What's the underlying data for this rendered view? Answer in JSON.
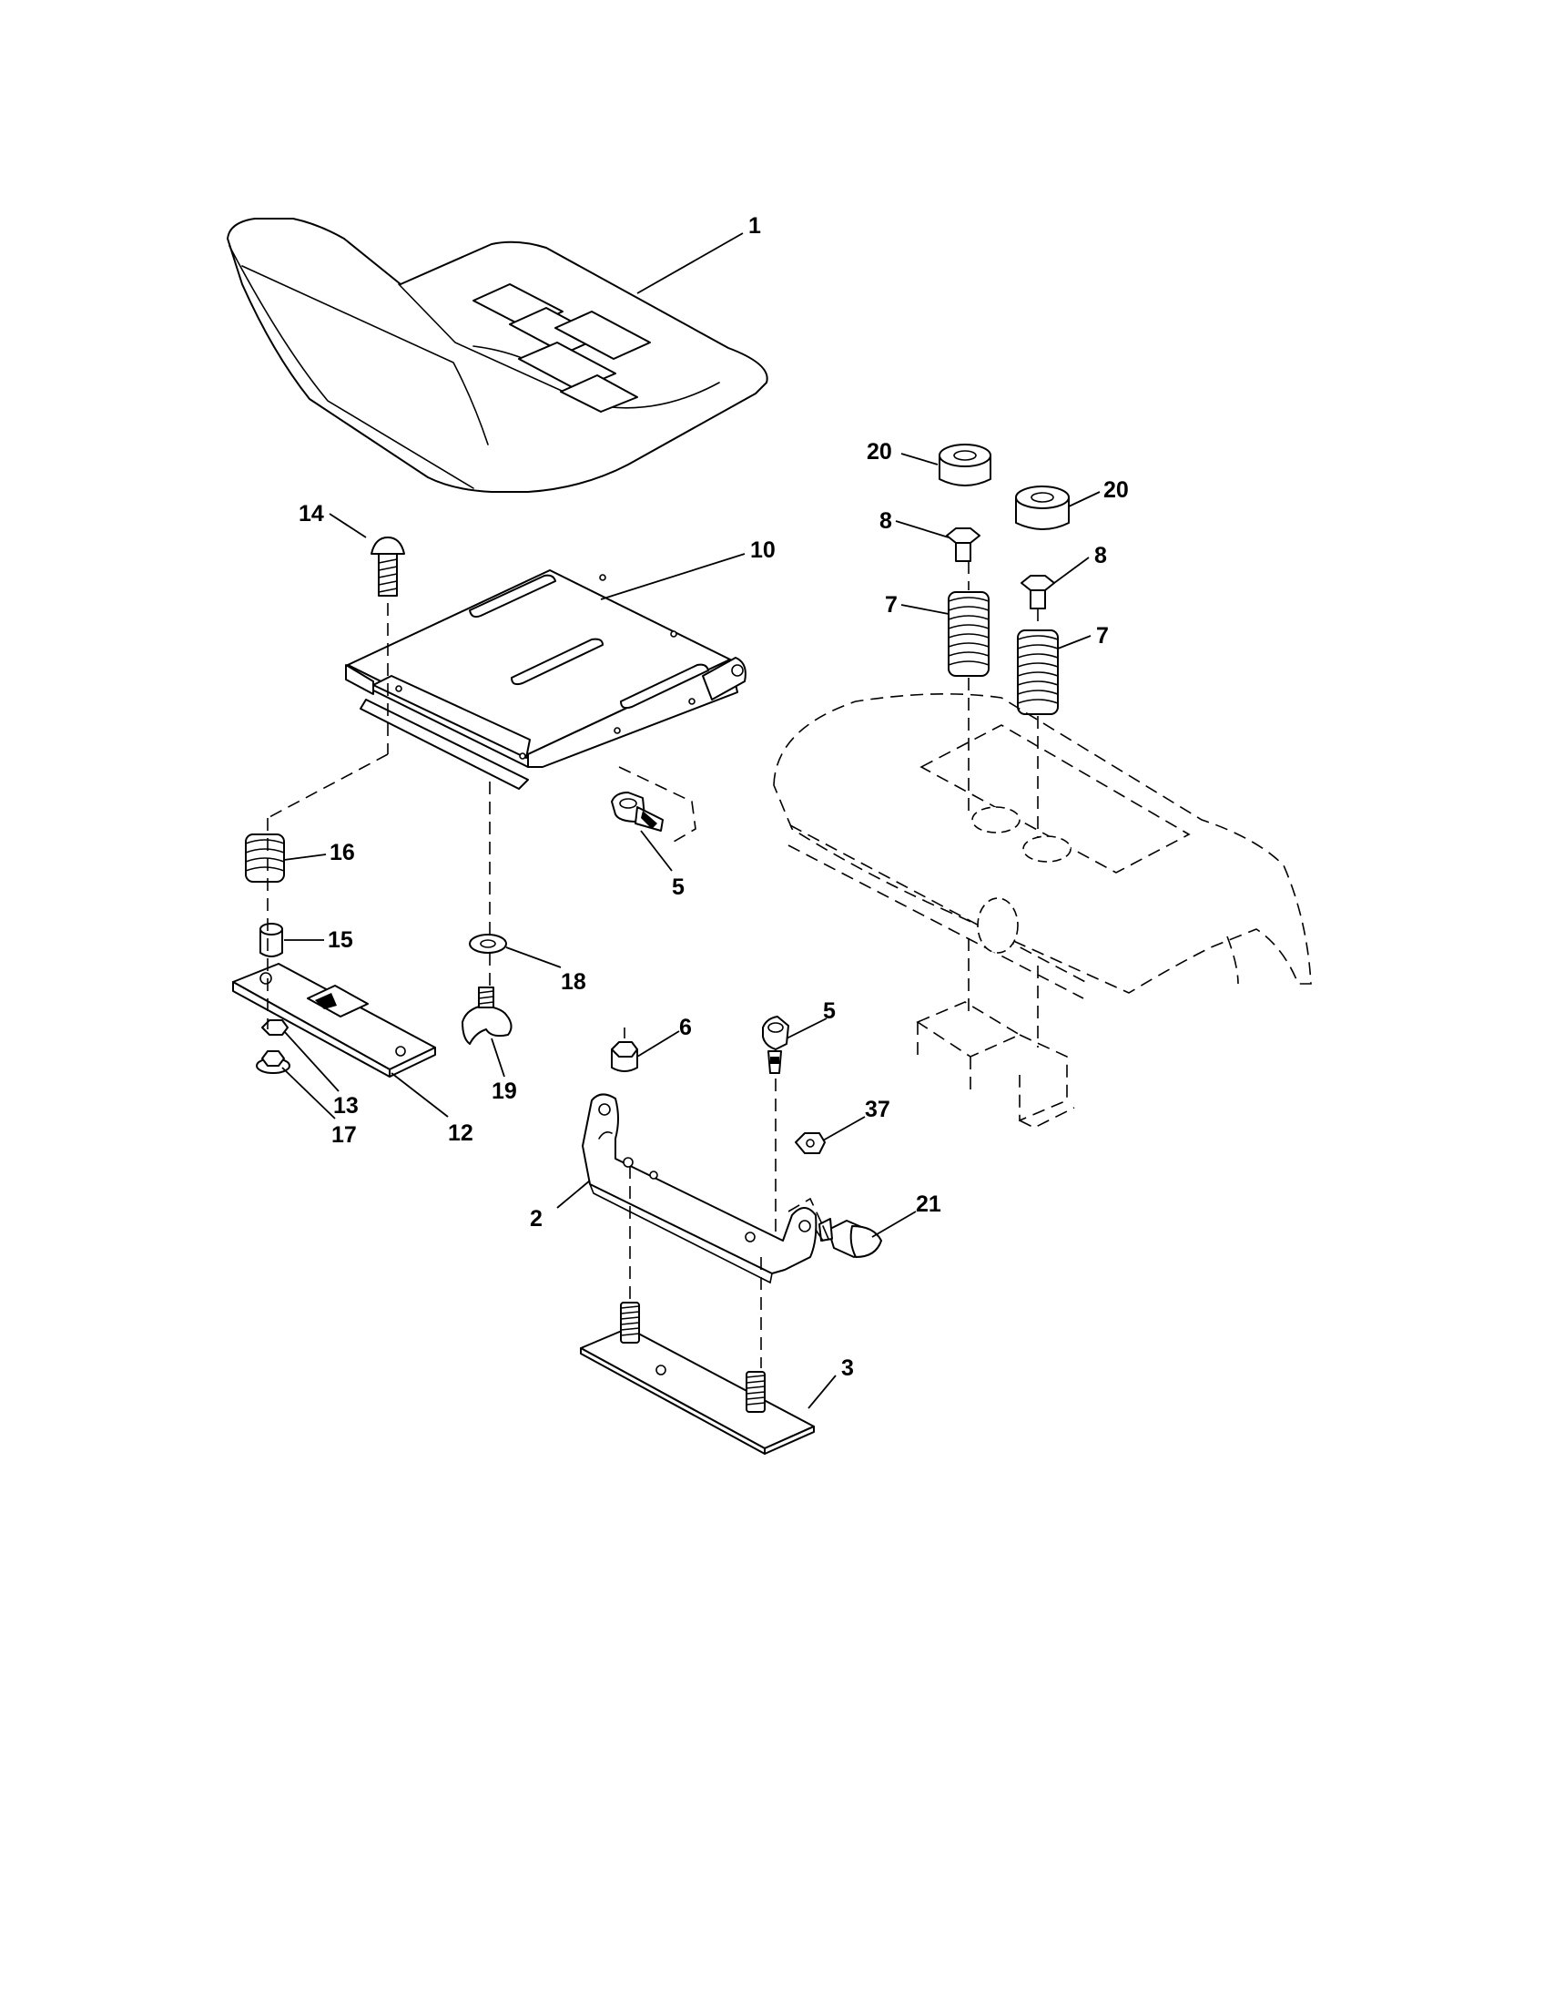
{
  "diagram": {
    "callouts": {
      "c1": "1",
      "c2": "2",
      "c3": "3",
      "c5a": "5",
      "c5b": "5",
      "c6": "6",
      "c7a": "7",
      "c7b": "7",
      "c8a": "8",
      "c8b": "8",
      "c10": "10",
      "c12": "12",
      "c13": "13",
      "c14": "14",
      "c15": "15",
      "c16": "16",
      "c17": "17",
      "c18": "18",
      "c19": "19",
      "c20a": "20",
      "c20b": "20",
      "c21": "21",
      "c37": "37"
    }
  }
}
